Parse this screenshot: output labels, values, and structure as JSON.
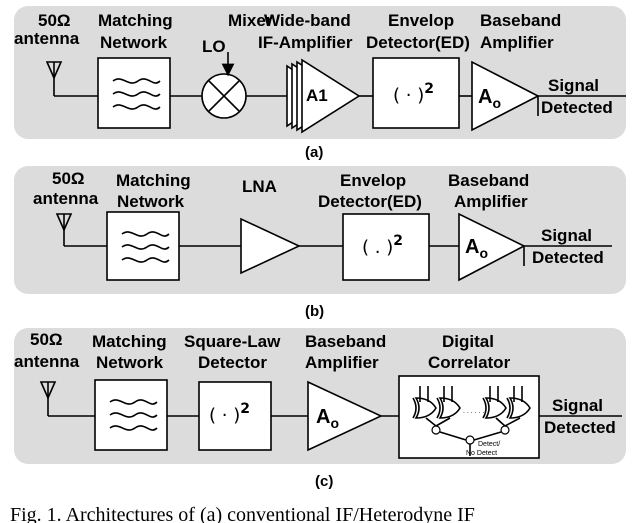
{
  "panel_a": {
    "caption": "(a)",
    "antenna_label": [
      "50Ω",
      "antenna"
    ],
    "matching_label": [
      "Matching",
      "Network"
    ],
    "mixer_label": "Mixer",
    "lo_label": "LO",
    "if_amp_label": [
      "Wide-band",
      "IF-Amplifier"
    ],
    "if_amp_symbol": "A1",
    "ed_label": [
      "Envelop",
      "Detector(ED)"
    ],
    "ed_symbol_base": "( · )",
    "ed_symbol_exp": "2",
    "bb_label": [
      "Baseband",
      "Amplifier"
    ],
    "bb_symbol_base": "A",
    "bb_symbol_sub": "o",
    "output_label": [
      "Signal",
      "Detected"
    ]
  },
  "panel_b": {
    "caption": "(b)",
    "antenna_label": [
      "50Ω",
      "antenna"
    ],
    "matching_label": [
      "Matching",
      "Network"
    ],
    "lna_label": "LNA",
    "ed_label": [
      "Envelop",
      "Detector(ED)"
    ],
    "ed_symbol_base": "( . )",
    "ed_symbol_exp": "2",
    "bb_label": [
      "Baseband",
      "Amplifier"
    ],
    "bb_symbol_base": "A",
    "bb_symbol_sub": "o",
    "output_label": [
      "Signal",
      "Detected"
    ]
  },
  "panel_c": {
    "caption": "(c)",
    "antenna_label": [
      "50Ω",
      "antenna"
    ],
    "matching_label": [
      "Matching",
      "Network"
    ],
    "sq_label": [
      "Square-Law",
      "Detector"
    ],
    "sq_symbol_base": "( · )",
    "sq_symbol_exp": "2",
    "bb_label": [
      "Baseband",
      "Amplifier"
    ],
    "bb_symbol_base": "A",
    "bb_symbol_sub": "o",
    "corr_label": [
      "Digital",
      "Correlator"
    ],
    "corr_detect_label": [
      "Detect/",
      "No Detect"
    ],
    "output_label": [
      "Signal",
      "Detected"
    ]
  },
  "figure_caption": "Fig.  1.  Architectures  of  (a)  conventional  IF/Heterodyne  IF"
}
